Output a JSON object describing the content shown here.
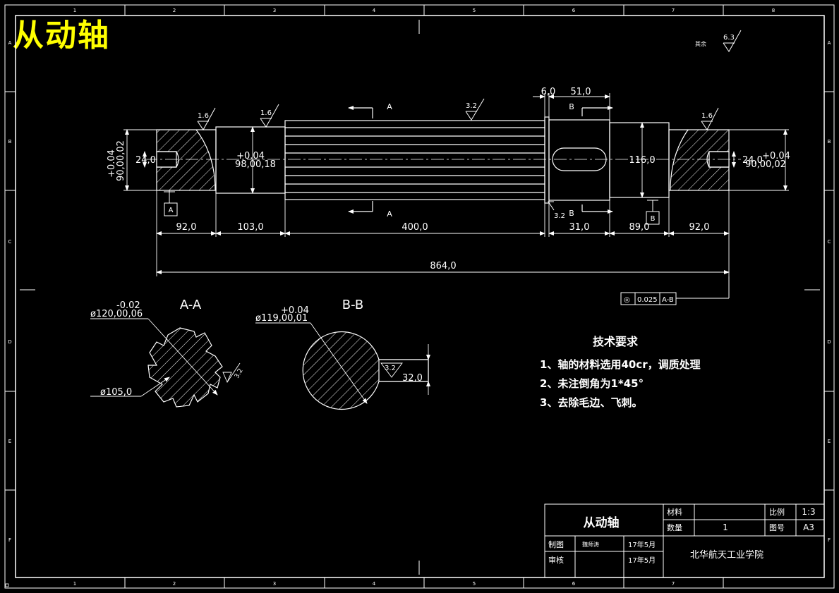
{
  "drawing": {
    "big_title": "从动轴",
    "top_right_roughness_note": "其余",
    "top_right_roughness_value": "6.3",
    "grid_columns": [
      "1",
      "2",
      "3",
      "4",
      "5",
      "6",
      "7",
      "8"
    ],
    "grid_rows": [
      "A",
      "B",
      "C",
      "D",
      "E",
      "F"
    ]
  },
  "roughness": {
    "r1": "1.6",
    "r2": "1.6",
    "r3": "3.2",
    "r4": "1.6",
    "r5": "3.2",
    "r6": "3.2",
    "r7": "3.2"
  },
  "dimensions": {
    "d_left_dia_tol": "+0.04",
    "d_left_dia": "90,00,02",
    "d_left_key": "24,0",
    "d_second_tol": "+0.04",
    "d_second_dia": "98,00,18",
    "d_right_section_dia": "116,0",
    "d_right_key": "24,0",
    "d_right_tol": "+0.04",
    "d_right_dia": "90,00,02",
    "d_shoulder": "6,0",
    "d_keyway_len": "51,0",
    "len_1": "92,0",
    "len_2": "103,0",
    "len_3": "400,0",
    "len_4": "31,0",
    "len_5": "89,0",
    "len_6": "92,0",
    "total_len": "864,0"
  },
  "section_markers": {
    "a_top": "A",
    "a_bottom": "A",
    "b_top": "B",
    "b_bottom": "B",
    "datum_a": "A",
    "datum_b": "B"
  },
  "tolerance_frame": {
    "symbol": "◎",
    "value": "0.025",
    "datum": "A-B"
  },
  "section_aa": {
    "label": "A-A",
    "outer_tol": "-0.02",
    "outer_dia": "ø120,00,06",
    "inner_dia": "ø105,0"
  },
  "section_bb": {
    "label": "B-B",
    "tol": "+0.04",
    "dia": "ø119,00,01",
    "key_depth": "32,0"
  },
  "tech_requirements": {
    "title": "技术要求",
    "items": [
      "1、轴的材料选用40cr，调质处理",
      "2、未注倒角为1*45°",
      "3、去除毛边、飞刺。"
    ]
  },
  "title_block": {
    "part_name": "从动轴",
    "material_label": "材料",
    "material_value": "",
    "scale_label": "比例",
    "scale_value": "1:3",
    "quantity_label": "数量",
    "quantity_value": "1",
    "drawing_no_label": "图号",
    "drawing_no_value": "A3",
    "drawn_label": "制图",
    "drawn_name": "魏师涛",
    "drawn_date": "17年5月",
    "checked_label": "审核",
    "checked_name": "",
    "checked_date": "17年5月",
    "school": "北华航天工业学院"
  }
}
